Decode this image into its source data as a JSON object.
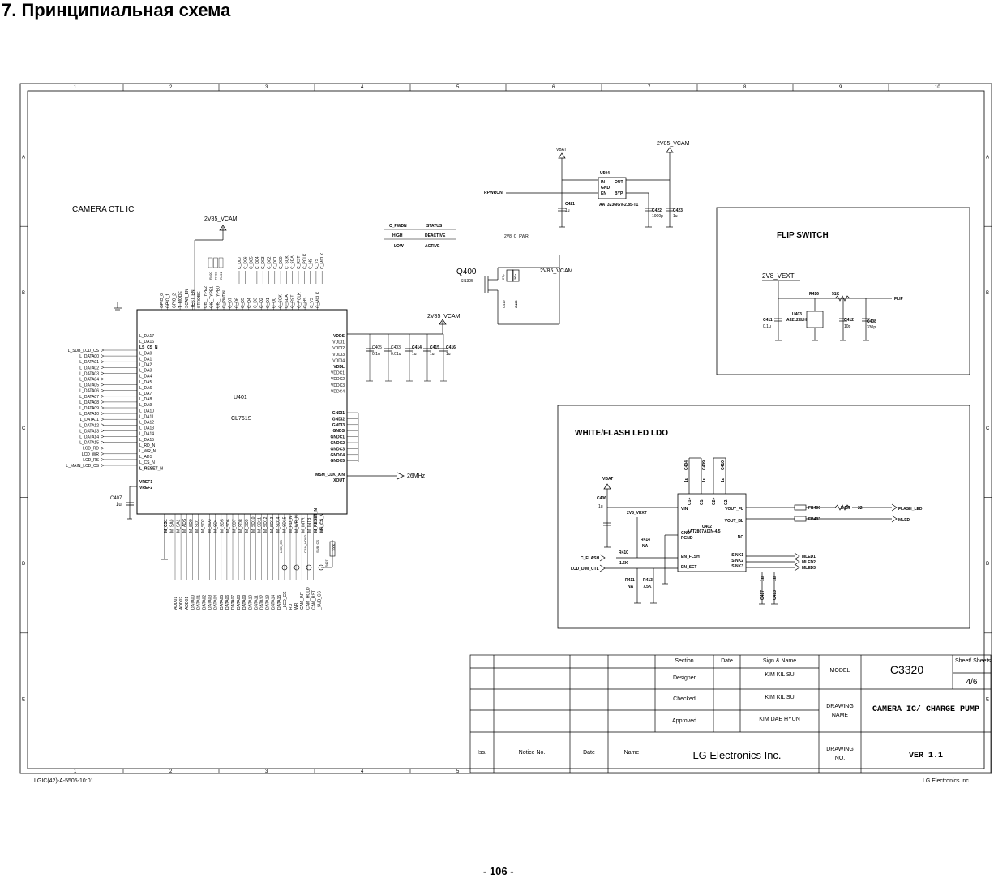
{
  "page": {
    "heading": "7. Принципиальная схема",
    "page_number": "- 106 -",
    "footer_left": "LGIC(42)-A-5505-10:01",
    "footer_right": "LG Electronics Inc."
  },
  "border": {
    "columns": [
      "1",
      "2",
      "3",
      "4",
      "5",
      "6",
      "7",
      "8",
      "9",
      "10"
    ],
    "bottom_columns": [
      "1",
      "2",
      "3",
      "4",
      "5"
    ],
    "rows": [
      "A",
      "B",
      "C",
      "D",
      "E"
    ]
  },
  "camera_ctl": {
    "section_title": "CAMERA CTL IC",
    "rail_top": "2V85_VCAM",
    "rail_right": "2V85_VCAM",
    "ic_ref": "U401",
    "ic_part": "CL761S",
    "clock_net": "26MHz",
    "cap_c407": "C407",
    "cap_c407_val": "1u",
    "left_nets": [
      "L_SUB_LCD_CS",
      "L_DATA00",
      "L_DATA01",
      "L_DATA02",
      "L_DATA03",
      "L_DATA04",
      "L_DATA05",
      "L_DATA06",
      "L_DATA07",
      "L_DATA08",
      "L_DATA09",
      "L_DATA10",
      "L_DATA11",
      "L_DATA12",
      "L_DATA13",
      "L_DATA14",
      "L_DATA15",
      "LCD_RD",
      "LCD_WR",
      "LCD_RS",
      "L_MAIN_LCD_CS"
    ],
    "left_pins": [
      "L_DA17",
      "L_DA16",
      "LS_CS_N",
      "L_DA0",
      "L_DA1",
      "L_DA2",
      "L_DA3",
      "L_DA4",
      "L_DA5",
      "L_DA6",
      "L_DA7",
      "L_DA8",
      "L_DA9",
      "L_DA10",
      "L_DA11",
      "L_DA12",
      "L_DA13",
      "L_DA14",
      "L_DA15",
      "L_RD_N",
      "L_WR_N",
      "L_ADS",
      "L_CS_N",
      "L_RESET_N"
    ],
    "vref_pins": [
      "VREF1",
      "VREF2"
    ],
    "right_power_pins": [
      "VDDS",
      "VDDI1",
      "VDDI2",
      "VDDI3",
      "VDDI4",
      "VDDL",
      "VDDC1",
      "VDDC2",
      "VDDC3",
      "VDDC4"
    ],
    "right_gnd_pins": [
      "GNDI1",
      "GNDI2",
      "GNDI3",
      "GNDS",
      "GNDC1",
      "GNDC2",
      "GNDC3",
      "GNDC4",
      "GNDC5"
    ],
    "right_clock_pins": [
      "MSM_CLK_XIN",
      "XOUT"
    ],
    "decoupling": [
      {
        "ref": "C405",
        "val": "0.1u"
      },
      {
        "ref": "C403",
        "val": "0.01u"
      },
      {
        "ref": "C414",
        "val": "1u"
      },
      {
        "ref": "C415",
        "val": "1u"
      },
      {
        "ref": "C416",
        "val": "1u"
      }
    ],
    "top_pins": [
      "GPIO_0",
      "GPIO_1",
      "GPIO_2",
      "T_MODE",
      "SCAN_EN",
      "TEST_EN",
      "STROBE",
      "CIS_TYPE2",
      "CIS_TYPE1",
      "CIS_TYPE0",
      "C_PWDN",
      "C_D7",
      "C_D6",
      "C_D5",
      "C_D4",
      "C_D3",
      "C_D2",
      "C_D1",
      "C_D0",
      "C_SCK",
      "C_SDA",
      "C_RST",
      "C_PCLK",
      "C_HS",
      "C_VS",
      "C_MCLK"
    ],
    "top_nets": [
      "C_D07",
      "C_D06",
      "C_D05",
      "C_D04",
      "C_D03",
      "C_D02",
      "C_D01",
      "C_D00",
      "C_SCK",
      "C_SDA",
      "C_RST",
      "C_PCLK",
      "C_HS",
      "C_VS",
      "C_MCLK"
    ],
    "top_resistors": [
      "R400",
      "R402",
      "R401"
    ],
    "bottom_pins": [
      "M_CS1",
      "M_SA0",
      "M_SA1",
      "M_ADS",
      "M_SD0",
      "M_SD1",
      "M_SD2",
      "M_SD3",
      "M_SD4",
      "M_SD5",
      "M_SD6",
      "M_SD7",
      "M_SD8",
      "M_SD9",
      "M_SD10",
      "M_SD11",
      "M_SD12",
      "M_SD13",
      "M_SD14",
      "M_SD15",
      "M_RD_N",
      "M_WR_N",
      "M_INTR",
      "M_INTB",
      "M_RESET_N",
      "MS_CS_N"
    ],
    "bottom_nets": [
      "ADD01",
      "ADD02",
      "ADD01",
      "DATA00",
      "DATA01",
      "DATA02",
      "DATA03",
      "DATA04",
      "DATA05",
      "DATA06",
      "DATA07",
      "DATA08",
      "DATA09",
      "DATA10",
      "DATA11",
      "DATA12",
      "DATA13",
      "DATA14",
      "DATA15",
      "_LCD_CS",
      "RD",
      "WR",
      "CAM_INT",
      "CAM_HOLD",
      "CAM_RST",
      "_SUB_CS"
    ],
    "bottom_parts": [
      "LCD_CS",
      "CAM_HOLD",
      "SUB_CS",
      "R407",
      "100K"
    ]
  },
  "mode_table": {
    "headers": [
      "C_PWDN",
      "STATUS"
    ],
    "rows": [
      [
        "HIGH",
        "DEACTIVE"
      ],
      [
        "LOW",
        "ACTIVE"
      ]
    ]
  },
  "ldo": {
    "vbat": "VBAT",
    "rail": "2V85_VCAM",
    "enable_net": "RPWRON",
    "ic_ref": "U504",
    "ic_part": "AAT3236IGV-2.85-T1",
    "pins": [
      "IN",
      "GND",
      "EN",
      "OUT",
      "BYP"
    ],
    "caps": [
      {
        "ref": "C421",
        "val": "1u"
      },
      {
        "ref": "C422",
        "val": "1000p"
      },
      {
        "ref": "C423",
        "val": "1u"
      }
    ]
  },
  "switch": {
    "ref": "Q400",
    "part": "SI1305",
    "in_net": "2V8_C_PWR",
    "out_net": "2V85_VCAM",
    "caps": [
      "C419",
      "C400"
    ],
    "cap_vals": [
      "27p",
      "10u"
    ]
  },
  "flip": {
    "title": "FLIP SWITCH",
    "rail": "2V8_VEXT",
    "ic_ref": "U403",
    "ic_part": "A3212ELH",
    "r_ref": "R416",
    "r_val": "51K",
    "out_net": "FLIP",
    "caps": [
      {
        "ref": "C411",
        "val": "0.1u"
      },
      {
        "ref": "C412",
        "val": "10p"
      },
      {
        "ref": "C408",
        "val": "330p"
      }
    ]
  },
  "led": {
    "title": "WHITE/FLASH LED LDO",
    "vbat": "VBAT",
    "vext": "2V8_VEXT",
    "ic_ref": "U402",
    "ic_part": "AAT2807AIXN-4.5",
    "left_pins": [
      "VIN",
      "GND",
      "PGND",
      "EN_FLSH",
      "EN_SET"
    ],
    "right_pins": [
      "VOUT_FL",
      "VOUT_BL",
      "NC",
      "ISINK1",
      "ISINK2",
      "ISINK3"
    ],
    "top_pins": [
      "C1+",
      "C1-",
      "C2+",
      "C2-"
    ],
    "in_nets": [
      "C_FLASH",
      "LCD_DIM_CTL"
    ],
    "out_nets": [
      "FLASH_LED",
      "MLED",
      "MLED1",
      "MLED2",
      "MLED3"
    ],
    "ferrites": [
      "FB400",
      "FB403"
    ],
    "resistors": [
      {
        "ref": "R409",
        "val": "22"
      },
      {
        "ref": "R414",
        "val": "NA"
      },
      {
        "ref": "R410",
        "val": "1.5K"
      },
      {
        "ref": "R411",
        "val": "NA"
      },
      {
        "ref": "R413",
        "val": "7.5K"
      }
    ],
    "caps": [
      {
        "ref": "C404",
        "val": "1u"
      },
      {
        "ref": "C406",
        "val": "1u"
      },
      {
        "ref": "C410",
        "val": "1u"
      },
      {
        "ref": "C409",
        "val": "1u"
      },
      {
        "ref": "C417",
        "val": "1u"
      },
      {
        "ref": "C413",
        "val": "1u"
      }
    ]
  },
  "title_block": {
    "section": "Section",
    "date": "Date",
    "sign_name": "Sign & Name",
    "designer": "Designer",
    "checked": "Checked",
    "approved": "Approved",
    "designer_name": "KIM KIL SU",
    "checked_name": "KIM KIL SU",
    "approved_name": "KIM DAE HYUN",
    "model_label": "MODEL",
    "model": "C3320",
    "sheet_label": "Sheet/ Sheets",
    "sheet": "4/6",
    "drawing_name_label": "DRAWING NAME",
    "drawing_name": "CAMERA IC/ CHARGE PUMP",
    "drawing_no_label": "DRAWING NO.",
    "drawing_no": "VER 1.1",
    "company": "LG Electronics Inc.",
    "iss": "Iss.",
    "notice": "Notice No.",
    "rev_date": "Date",
    "rev_name": "Name"
  }
}
